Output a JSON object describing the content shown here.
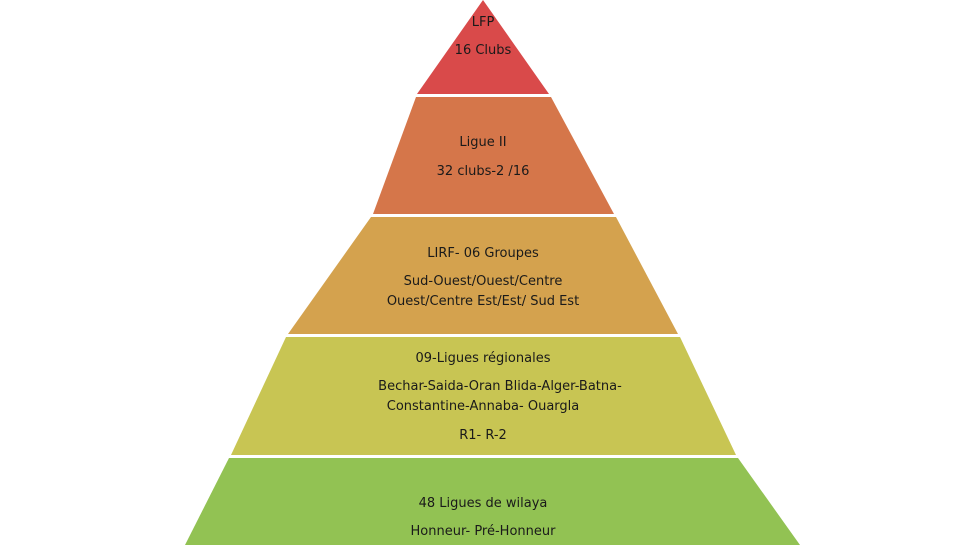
{
  "tiers": [
    {
      "color": "#d94a4a",
      "lines": [
        "LFP",
        "16 Clubs"
      ]
    },
    {
      "color": "#d5764a",
      "lines": [
        "Ligue II",
        "32 clubs-2 /16"
      ]
    },
    {
      "color": "#d4a24e",
      "lines": [
        "LIRF- 06 Groupes",
        "Sud-Ouest/Ouest/Centre",
        "Ouest/Centre Est/Est/ Sud Est"
      ]
    },
    {
      "color": "#c8c553",
      "lines": [
        "09-Ligues régionales",
        "Bechar-Saida-Oran Blida-Alger-Batna-",
        "Constantine-Annaba- Ouargla",
        "R1- R-2"
      ]
    },
    {
      "color": "#92c253",
      "lines": [
        "48 Ligues de wilaya",
        "Honneur- Pré-Honneur"
      ]
    }
  ]
}
